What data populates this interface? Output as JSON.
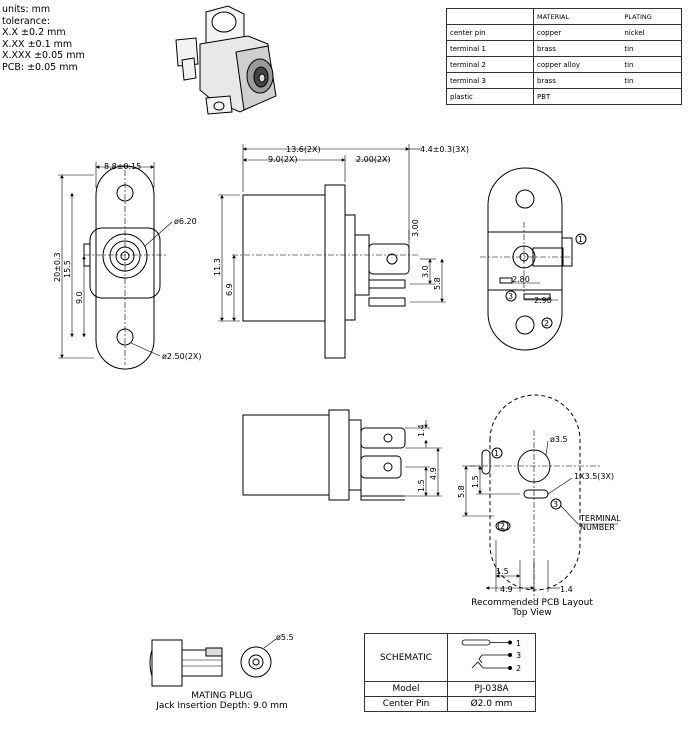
{
  "units": {
    "line1": "units: mm",
    "line2": "tolerance:",
    "line3": "X.X ±0.2 mm",
    "line4": "X.XX ±0.1 mm",
    "line5": "X.XXX ±0.05 mm",
    "line6": "PCB: ±0.05 mm"
  },
  "materials": {
    "headers": [
      "",
      "MATERIAL",
      "PLATING"
    ],
    "rows": [
      [
        "center pin",
        "copper",
        "nickel"
      ],
      [
        "terminal 1",
        "brass",
        "tin"
      ],
      [
        "terminal 2",
        "copper alloy",
        "tin"
      ],
      [
        "terminal 3",
        "brass",
        "tin"
      ],
      [
        "plastic",
        "PBT",
        ""
      ]
    ]
  },
  "dims": {
    "width": "8.8±0.15",
    "length": "20±0.3",
    "hole_pitch": "15.5",
    "center_height": "9.0",
    "bore": "ø6.20",
    "mount_hole": "ø2.50(2X)",
    "total_depth": "13.6(2X)",
    "body_depth": "9.0(2X)",
    "flange": "2.00(2X)",
    "pin_offset": "4.4±0.3(3X)",
    "tab_height": "3.00",
    "body_height": "11.3",
    "axis_height": "6.9",
    "pin_gap": "3.0",
    "pin_span": "5.8",
    "side_t1": "2.80",
    "side_t2": "2.90",
    "lower_top": "1.4",
    "lower_gap": "4.9",
    "lower_pitch": "1.5",
    "pcb_hole": "ø3.5",
    "pcb_slot": "1X3.5(3X)",
    "pcb_58": "5.8",
    "pcb_15": "1.5",
    "pcb_49": "4.9",
    "pcb_14": "1.4",
    "plug_dia": "ø5.5"
  },
  "labels": {
    "terminal_number": "TERMINAL",
    "terminal_number2": "NUMBER",
    "pcb_caption1": "Recommended PCB Layout",
    "pcb_caption2": "Top View",
    "mating1": "MATING PLUG",
    "mating2": "Jack Insertion Depth: 9.0 mm",
    "t1": "1",
    "t2": "2",
    "t3": "3"
  },
  "schematic": {
    "title": "SCHEMATIC",
    "pins": [
      "1",
      "3",
      "2"
    ],
    "model_label": "Model",
    "model_value": "PJ-038A",
    "pin_label": "Center Pin",
    "pin_value": "Ø2.0 mm"
  }
}
